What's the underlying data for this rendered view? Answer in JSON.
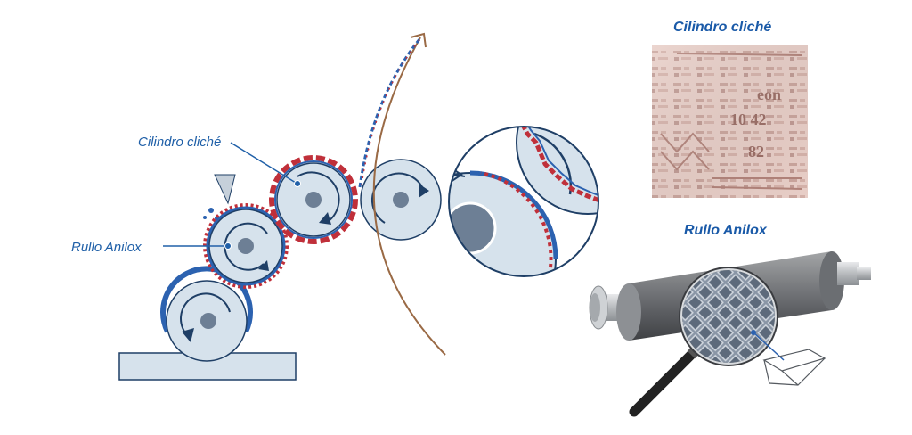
{
  "diagram": {
    "labels": {
      "cliche_cylinder": "Cilindro cliché",
      "anilox_roller": "Rullo Anilox"
    },
    "photo_titles": {
      "cliche": "Cilindro cliché",
      "anilox": "Rullo Anilox"
    },
    "colors": {
      "roller_fill": "#d6e2ec",
      "outline": "#1f3f66",
      "hub": "#6d7f95",
      "ink_blue": "#2c62b0",
      "ink_red": "#c0303a",
      "substrate": "#9a6a45",
      "label_text": "#2060a8",
      "title_text": "#1a5aa8"
    }
  }
}
